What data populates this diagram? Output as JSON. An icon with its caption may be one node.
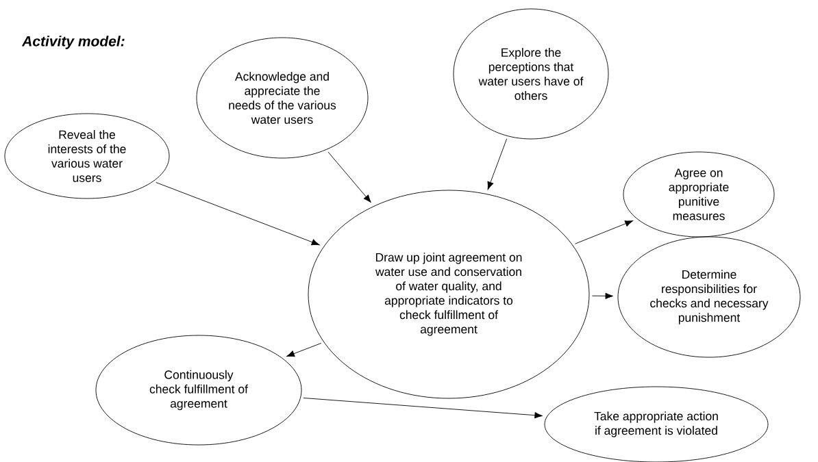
{
  "diagram": {
    "title": "Activity model:",
    "nodes": [
      {
        "text": [
          "Reveal the interests of the various water users"
        ]
      },
      {
        "text": [
          "Acknowledge and appreciate the needs of the various water users"
        ]
      },
      {
        "text": [
          "Explore the perceptions that water users have of others"
        ]
      },
      {
        "text": [
          "Agree on appropriate punitive measures"
        ]
      },
      {
        "text": [
          "Draw up joint agreement on water use and conservation of water quality, and appropriate indicators to check fulfillment of agreement"
        ]
      },
      {
        "text": [
          "Determine responsibilities for checks and necessary punishment"
        ]
      },
      {
        "text": [
          "Continuously check fulfillment of agreement"
        ]
      },
      {
        "text": [
          "Take appropriate action if agreement is violated"
        ]
      }
    ],
    "edges": [
      {
        "from": 0,
        "to": 4,
        "arrow": "to"
      },
      {
        "from": 1,
        "to": 4,
        "arrow": "to"
      },
      {
        "from": 2,
        "to": 4,
        "arrow": "to"
      },
      {
        "from": 4,
        "to": 3,
        "arrow": "to"
      },
      {
        "from": 4,
        "to": 5,
        "arrow": "to"
      },
      {
        "from": 4,
        "to": 6,
        "arrow": "to"
      },
      {
        "from": 6,
        "to": 7,
        "arrow": "to"
      }
    ]
  }
}
